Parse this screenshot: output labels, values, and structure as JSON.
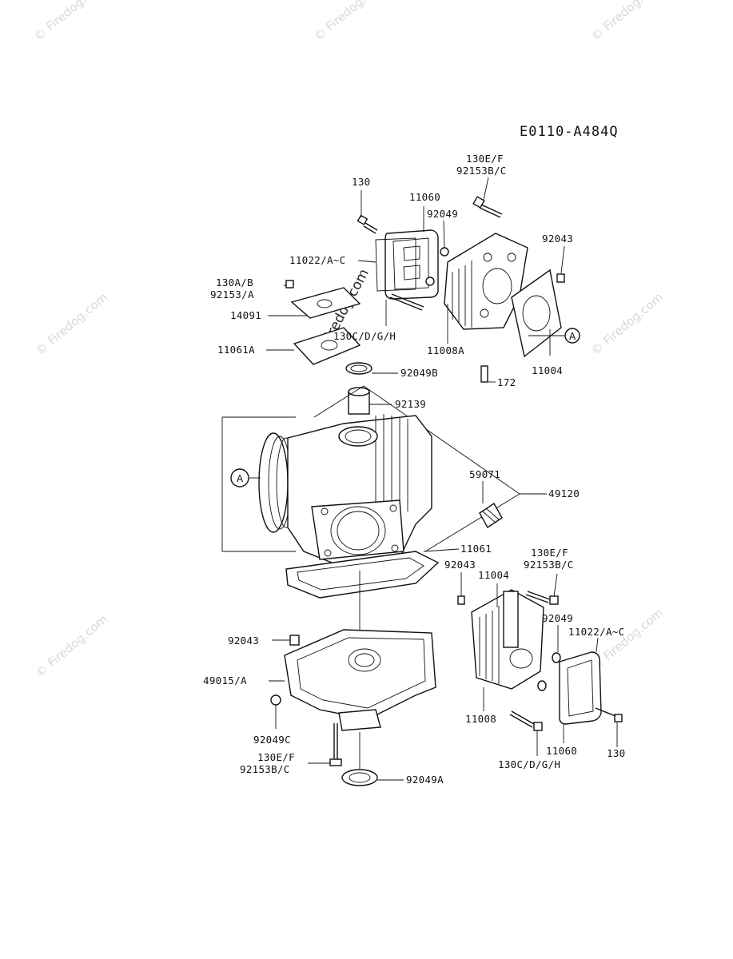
{
  "diagram": {
    "code": "E0110-A484Q",
    "watermark": "© Firedog.com",
    "callouts": [
      "A",
      "A"
    ],
    "parts": {
      "bolt_130_top": "130",
      "cover_11060_top": "11060",
      "bolt_130ef_top": "130E/F",
      "bolt_92153bc_top": "92153B/C",
      "plug_92049_top": "92049",
      "pin_92043_top": "92043",
      "gasket_11022_top": "11022/A~C",
      "bolt_130ab": "130A/B",
      "bolt_92153a": "92153/A",
      "plate_14091": "14091",
      "bolt_130cdgh_top": "130C/D/G/H",
      "head_11008a": "11008A",
      "gasket_11004_top": "11004",
      "gasket_11061a": "11061A",
      "seal_92049b": "92049B",
      "bushing_92139": "92139",
      "stud_172": "172",
      "filter_59071": "59071",
      "assembly_49120": "49120",
      "gasket_11061": "11061",
      "pin_92043_mid": "92043",
      "gasket_11004_mid": "11004",
      "bolt_130ef_mid": "130E/F",
      "bolt_92153bc_mid": "92153B/C",
      "plug_92049_mid": "92049",
      "gasket_11022_mid": "11022/A~C",
      "pin_92043_low": "92043",
      "crankcase_49015a": "49015/A",
      "head_11008": "11008",
      "cover_11060_low": "11060",
      "bolt_130_low": "130",
      "plug_92049c": "92049C",
      "bolt_130ef_low": "130E/F",
      "bolt_92153bc_low": "92153B/C",
      "bolt_130cdgh_low": "130C/D/G/H",
      "seal_92049a": "92049A"
    }
  }
}
